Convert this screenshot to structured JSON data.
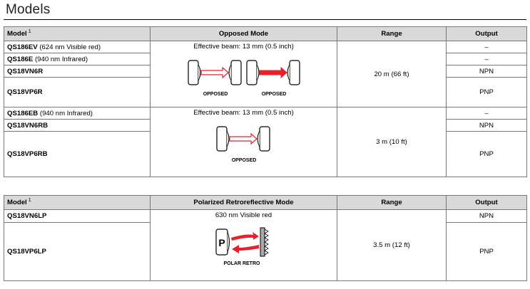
{
  "page": {
    "title": "Models"
  },
  "footnote_ref": "1",
  "opposed_table": {
    "headers": {
      "model": "Model",
      "mode": "Opposed Mode",
      "range": "Range",
      "output": "Output"
    },
    "group1": {
      "beam": "Effective beam: 13 mm (0.5 inch)",
      "range": "20 m (66 ft)",
      "diagram_labels": [
        "OPPOSED",
        "OPPOSED"
      ],
      "rows": [
        {
          "model": "QS186EV",
          "desc": "(624 nm Visible red)",
          "output": "–"
        },
        {
          "model": "QS186E",
          "desc": "(940 nm Infrared)",
          "output": "–"
        },
        {
          "model": "QS18VN6R",
          "desc": "",
          "output": "NPN"
        },
        {
          "model": "QS18VP6R",
          "desc": "",
          "output": "PNP"
        }
      ]
    },
    "group2": {
      "beam": "Effective beam: 13 mm (0.5 inch)",
      "range": "3 m (10 ft)",
      "diagram_label": "OPPOSED",
      "rows": [
        {
          "model": "QS186EB",
          "desc": "(940 nm Infrared)",
          "output": "–"
        },
        {
          "model": "QS18VN6RB",
          "desc": "",
          "output": "NPN"
        },
        {
          "model": "QS18VP6RB",
          "desc": "",
          "output": "PNP"
        }
      ]
    }
  },
  "retro_table": {
    "headers": {
      "model": "Model",
      "mode": "Polarized Retroreflective Mode",
      "range": "Range",
      "output": "Output"
    },
    "beam": "630 nm Visible red",
    "range": "3.5 m (12 ft)",
    "diagram_label": "POLAR RETRO",
    "diagram_letter": "P",
    "rows": [
      {
        "model": "QS18VN6LP",
        "desc": "",
        "output": "NPN"
      },
      {
        "model": "QS18VP6LP",
        "desc": "",
        "output": "PNP"
      }
    ]
  },
  "colors": {
    "beam_red": "#e8202a",
    "header_gray": "#d9d9d9"
  }
}
